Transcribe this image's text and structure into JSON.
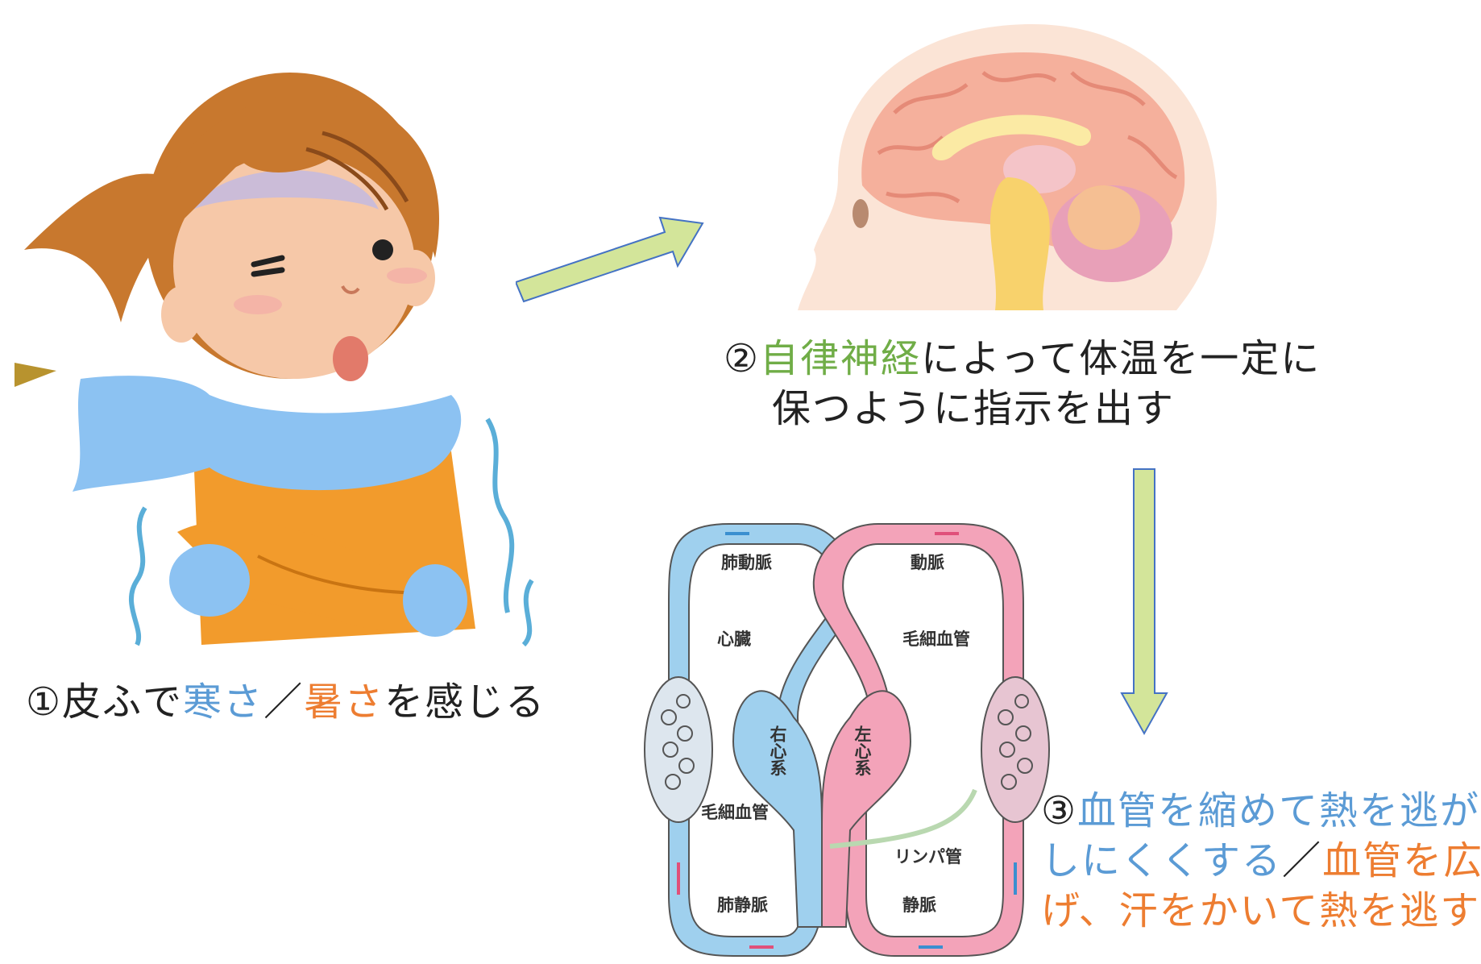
{
  "colors": {
    "cold": "#5b9bd5",
    "hot": "#ed7d31",
    "nerve": "#70ad47",
    "arrow_fill": "#d3e59a",
    "arrow_stroke": "#4472c4",
    "vessel_blue": "#9fd0ee",
    "vessel_pink": "#f3a3b9",
    "scarf": "#8cc2f2",
    "sweater": "#f29b2c",
    "hair": "#c8782e"
  },
  "step1": {
    "num": "①",
    "pre": "皮ふで",
    "cold": "寒さ",
    "slash": "／",
    "hot": "暑さ",
    "post": "を感じる"
  },
  "step2": {
    "num": "②",
    "nerve": "自律神経",
    "line1_rest": "によって体温を一定に",
    "line2": "保つように指示を出す"
  },
  "step3": {
    "num": "③",
    "cold_line1": "血管を縮めて熱を逃が",
    "cold_line2": "しにくくする",
    "slash": "／",
    "hot_line2": "血管を広",
    "hot_line3": "げ、汗をかいて熱を逃す"
  },
  "circulation": {
    "pulmonary_artery": "肺動脈",
    "artery": "動脈",
    "heart": "心臓",
    "capillary_right": "毛細血管",
    "right_heart": "右心系",
    "left_heart": "左心系",
    "capillary_left": "毛細血管",
    "lymph": "リンパ管",
    "pulmonary_vein": "肺静脈",
    "vein": "静脈"
  }
}
